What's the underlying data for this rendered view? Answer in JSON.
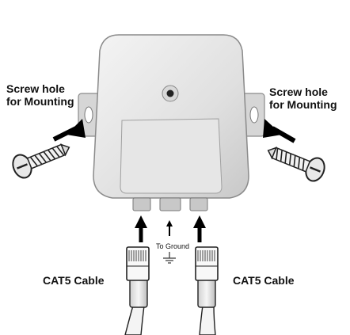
{
  "labels": {
    "screw_left_line1": "Screw hole",
    "screw_left_line2": "for Mounting",
    "screw_right_line1": "Screw hole",
    "screw_right_line2": "for Mounting",
    "cat5_left": "CAT5 Cable",
    "cat5_right": "CAT5 Cable",
    "to_ground": "To Ground"
  },
  "colors": {
    "box_body": "#e2e2e2",
    "box_edge": "#8a8a8a",
    "arrow": "#000000",
    "text": "#111111"
  },
  "icons": {
    "box": "surge-protector-box",
    "screw": "screw-icon",
    "connector": "rj45-connector-icon",
    "ground": "ground-symbol-icon"
  }
}
